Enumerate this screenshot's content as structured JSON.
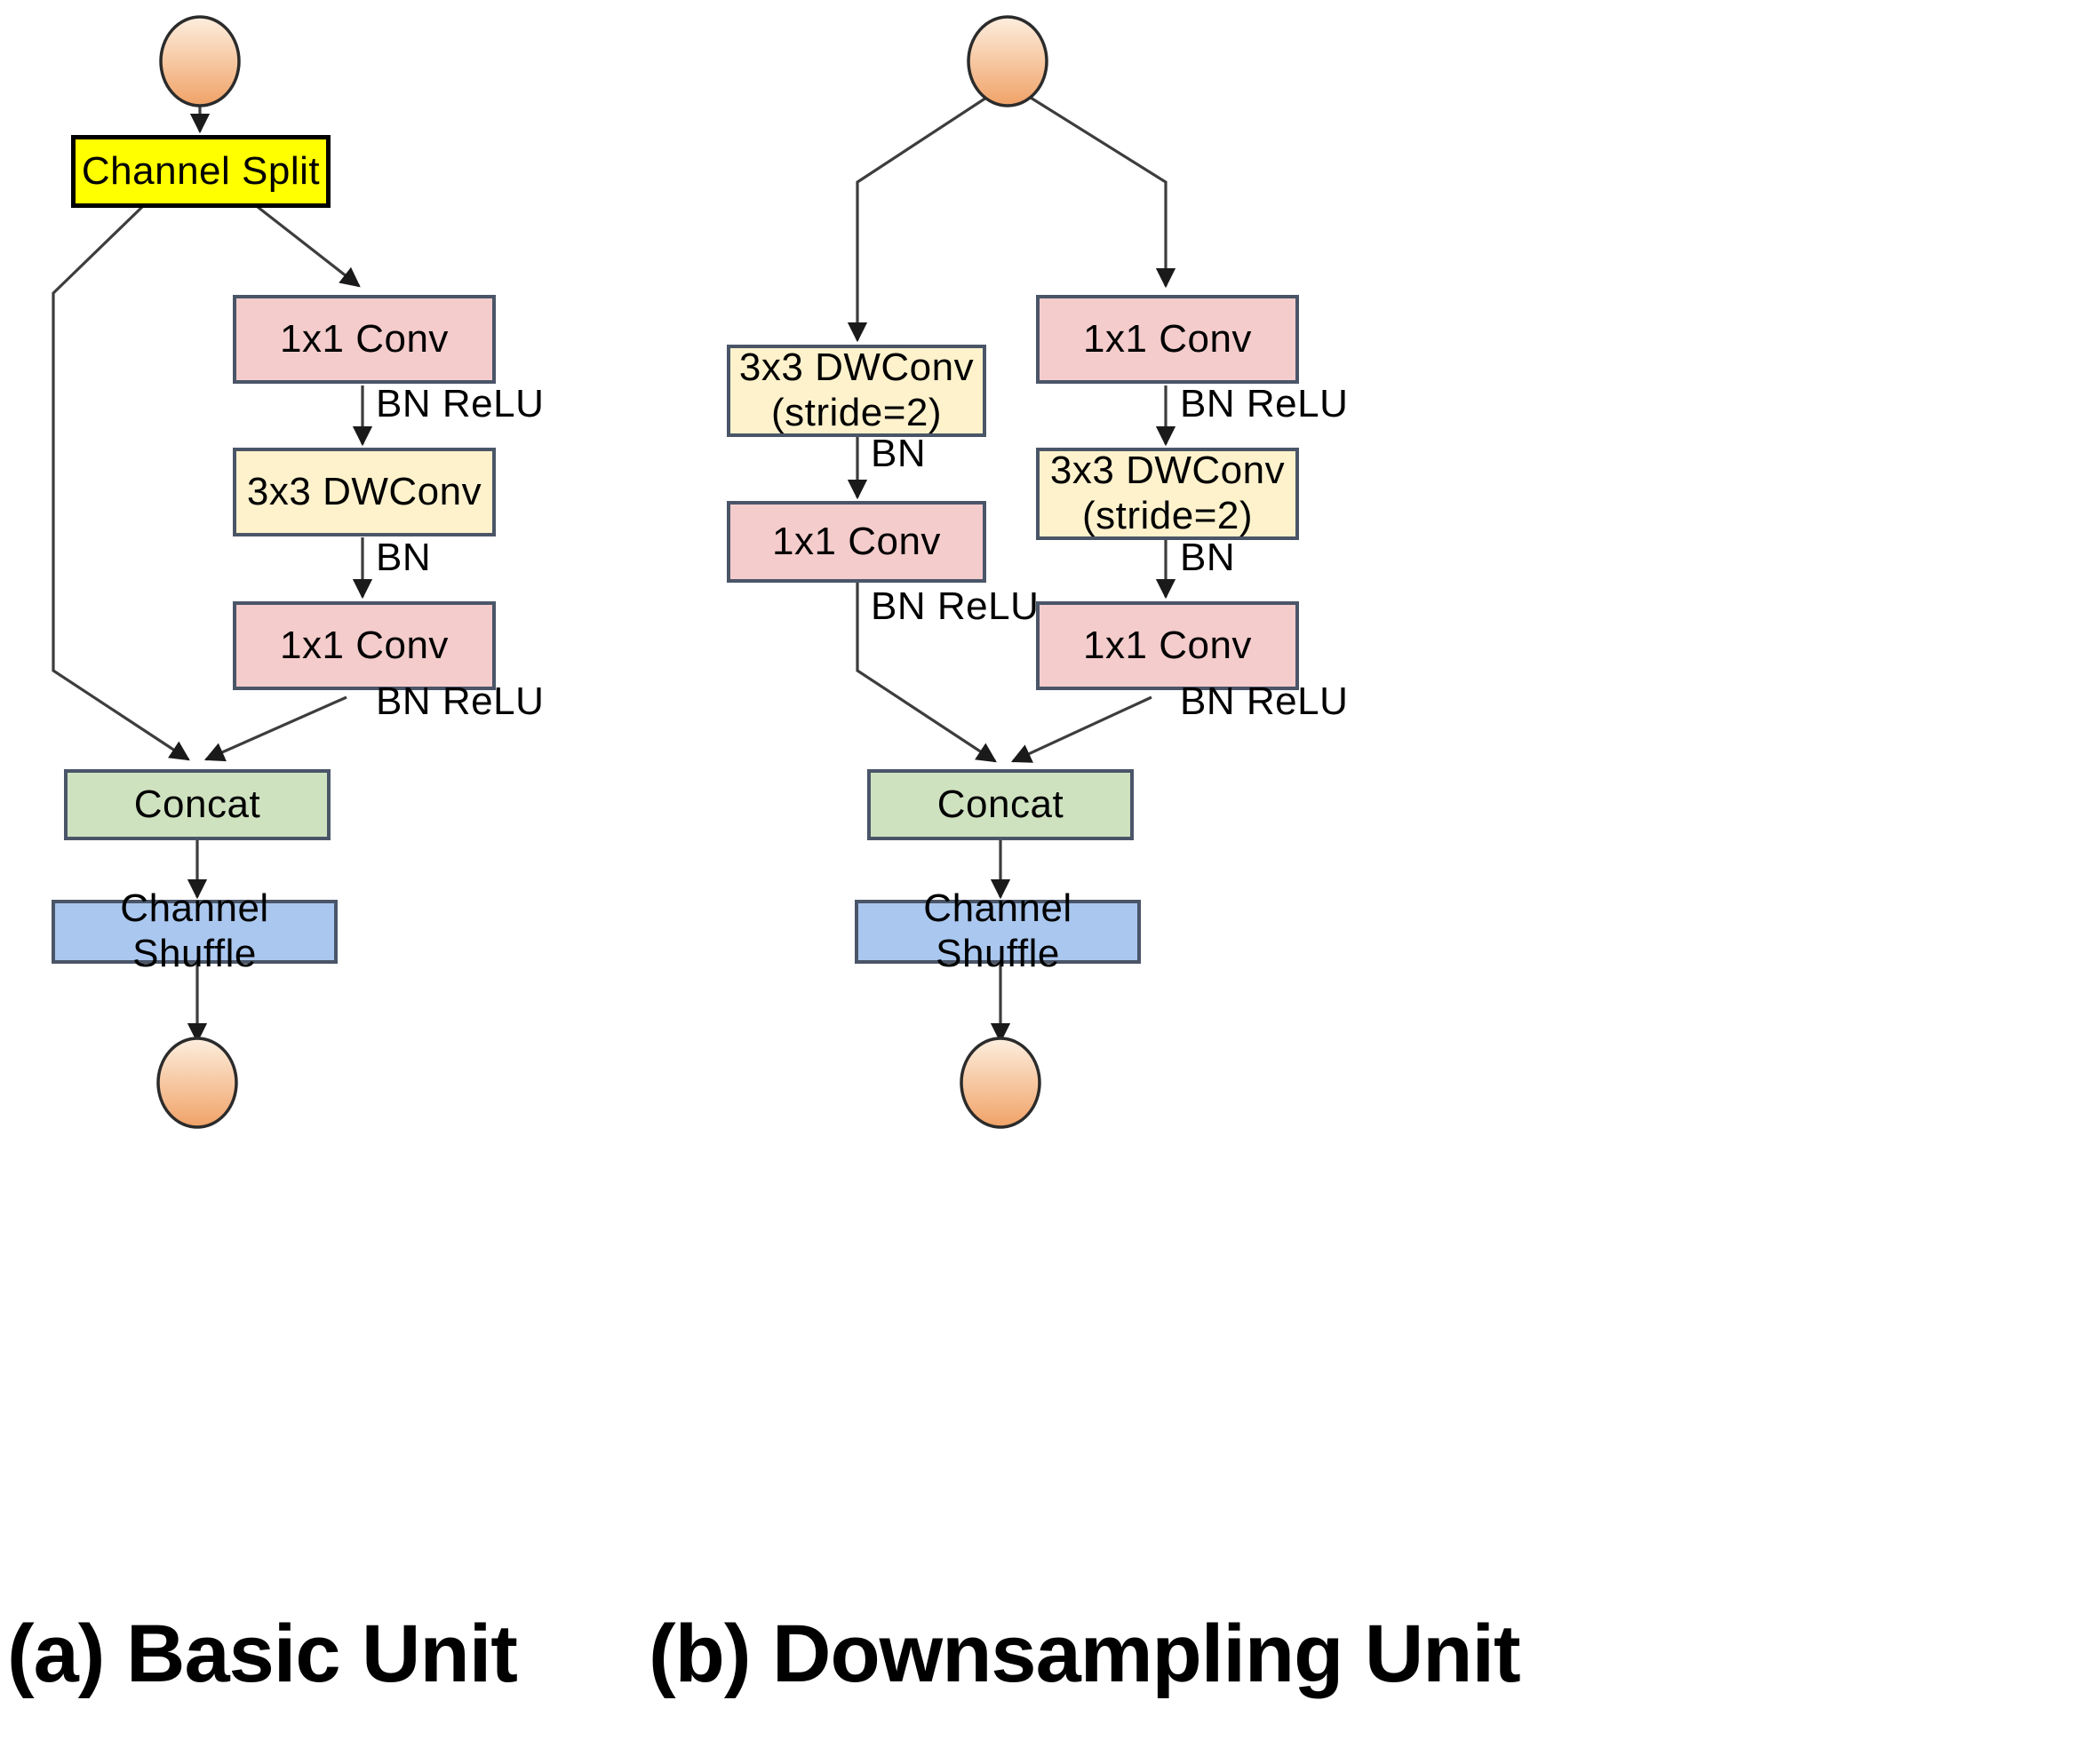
{
  "figure": {
    "type": "neural-network-architecture-diagram",
    "background": "#ffffff",
    "palette": {
      "split_fill": "#ffff00",
      "conv_fill": "#f4cccc",
      "dwconv_fill": "#fdf2cc",
      "concat_fill": "#cfe2c0",
      "shuffle_fill": "#aac7ef",
      "terminal_fill": "#f0a868",
      "box_border": "#4a5568",
      "edge_color": "#3d3d3d",
      "text_color": "#000000"
    }
  },
  "panels": [
    {
      "id": "panel-a",
      "caption": "(a) Basic Unit",
      "nodes": [
        {
          "id": "a-in",
          "kind": "terminal",
          "label": ""
        },
        {
          "id": "a-split",
          "kind": "channel-split",
          "label": "Channel Split"
        },
        {
          "id": "a-conv1",
          "kind": "conv",
          "label": "1x1 Conv"
        },
        {
          "id": "a-dw",
          "kind": "dwconv",
          "label": "3x3 DWConv"
        },
        {
          "id": "a-conv2",
          "kind": "conv",
          "label": "1x1 Conv"
        },
        {
          "id": "a-concat",
          "kind": "concat",
          "label": "Concat"
        },
        {
          "id": "a-shuffle",
          "kind": "shuffle",
          "label": "Channel Shuffle"
        },
        {
          "id": "a-out",
          "kind": "terminal",
          "label": ""
        }
      ],
      "edges": [
        {
          "from": "a-in",
          "to": "a-split",
          "label": ""
        },
        {
          "from": "a-split",
          "to": "a-concat",
          "label": ""
        },
        {
          "from": "a-split",
          "to": "a-conv1",
          "label": ""
        },
        {
          "from": "a-conv1",
          "to": "a-dw",
          "label": "BN ReLU"
        },
        {
          "from": "a-dw",
          "to": "a-conv2",
          "label": "BN"
        },
        {
          "from": "a-conv2",
          "to": "a-concat",
          "label": "BN ReLU"
        },
        {
          "from": "a-concat",
          "to": "a-shuffle",
          "label": ""
        },
        {
          "from": "a-shuffle",
          "to": "a-out",
          "label": ""
        }
      ]
    },
    {
      "id": "panel-b",
      "caption": "(b) Downsampling Unit",
      "nodes": [
        {
          "id": "b-in",
          "kind": "terminal",
          "label": ""
        },
        {
          "id": "b-l-dw",
          "kind": "dwconv",
          "label": "3x3 DWConv\n(stride=2)",
          "line1": "3x3 DWConv",
          "line2": "(stride=2)"
        },
        {
          "id": "b-l-conv",
          "kind": "conv",
          "label": "1x1 Conv"
        },
        {
          "id": "b-r-conv1",
          "kind": "conv",
          "label": "1x1 Conv"
        },
        {
          "id": "b-r-dw",
          "kind": "dwconv",
          "label": "3x3 DWConv\n(stride=2)",
          "line1": "3x3 DWConv",
          "line2": "(stride=2)"
        },
        {
          "id": "b-r-conv2",
          "kind": "conv",
          "label": "1x1 Conv"
        },
        {
          "id": "b-concat",
          "kind": "concat",
          "label": "Concat"
        },
        {
          "id": "b-shuffle",
          "kind": "shuffle",
          "label": "Channel Shuffle"
        },
        {
          "id": "b-out",
          "kind": "terminal",
          "label": ""
        }
      ],
      "edges": [
        {
          "from": "b-in",
          "to": "b-l-dw",
          "label": ""
        },
        {
          "from": "b-in",
          "to": "b-r-conv1",
          "label": ""
        },
        {
          "from": "b-l-dw",
          "to": "b-l-conv",
          "label": "BN"
        },
        {
          "from": "b-l-conv",
          "to": "b-concat",
          "label": "BN ReLU"
        },
        {
          "from": "b-r-conv1",
          "to": "b-r-dw",
          "label": "BN ReLU"
        },
        {
          "from": "b-r-dw",
          "to": "b-r-conv2",
          "label": "BN"
        },
        {
          "from": "b-r-conv2",
          "to": "b-concat",
          "label": "BN ReLU"
        },
        {
          "from": "b-concat",
          "to": "b-shuffle",
          "label": ""
        },
        {
          "from": "b-shuffle",
          "to": "b-out",
          "label": ""
        }
      ]
    }
  ],
  "labels": {
    "a_split": "Channel Split",
    "a_conv1": "1x1 Conv",
    "a_dw": "3x3 DWConv",
    "a_conv2": "1x1 Conv",
    "a_concat": "Concat",
    "a_shuffle": "Channel Shuffle",
    "a_edge_bnrelu_1": "BN ReLU",
    "a_edge_bn_1": "BN",
    "a_edge_bnrelu_2": "BN ReLU",
    "a_caption": "(a) Basic Unit",
    "b_l_dw_line1": "3x3 DWConv",
    "b_l_dw_line2": "(stride=2)",
    "b_l_conv": "1x1 Conv",
    "b_r_conv1": "1x1 Conv",
    "b_r_dw_line1": "3x3 DWConv",
    "b_r_dw_line2": "(stride=2)",
    "b_r_conv2": "1x1 Conv",
    "b_concat": "Concat",
    "b_shuffle": "Channel Shuffle",
    "b_edge_bn_left": "BN",
    "b_edge_bnrelu_left": "BN ReLU",
    "b_edge_bnrelu_right_1": "BN ReLU",
    "b_edge_bn_right": "BN",
    "b_edge_bnrelu_right_2": "BN ReLU",
    "b_caption": "(b) Downsampling Unit"
  }
}
